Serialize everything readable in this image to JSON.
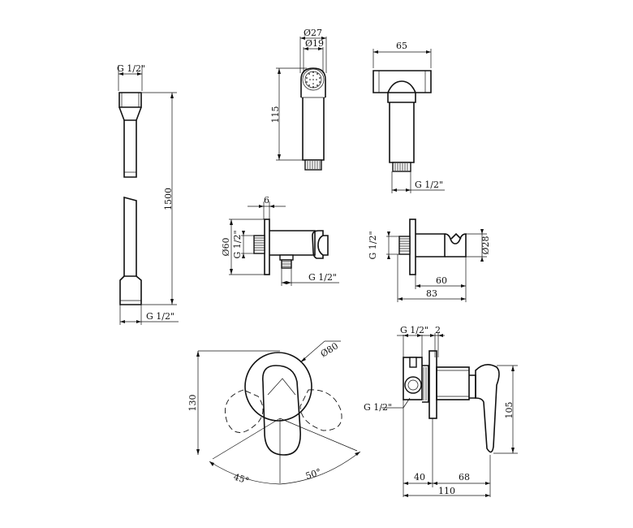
{
  "dimensions": {
    "hose_thread_top": "G 1/2\"",
    "hose_length": "1500",
    "hose_thread_bottom": "G 1/2\"",
    "spray_outer_dia": "Ø27",
    "spray_inner_dia": "Ø19",
    "spray_height": "115",
    "spray_side_width": "65",
    "spray_side_thread": "G 1/2\"",
    "holder_plate_thk": "6",
    "holder_dia": "Ø60",
    "holder_thread_left": "G 1/2\"",
    "holder_thread_bottom": "G 1/2\"",
    "holder2_thread": "G 1/2\"",
    "holder2_dia": "Ø28",
    "holder2_len_inner": "60",
    "holder2_len_total": "83",
    "mixer_dia": "Ø80",
    "mixer_height": "130",
    "mixer_angle_left": "45°",
    "mixer_angle_right": "50°",
    "mixer_side_thread_top": "G 1/2\"",
    "mixer_side_gap": "2",
    "mixer_side_thread_left": "G 1/2\"",
    "mixer_side_height": "105",
    "mixer_side_depth_in": "40",
    "mixer_side_depth_out": "68",
    "mixer_side_total": "110"
  }
}
